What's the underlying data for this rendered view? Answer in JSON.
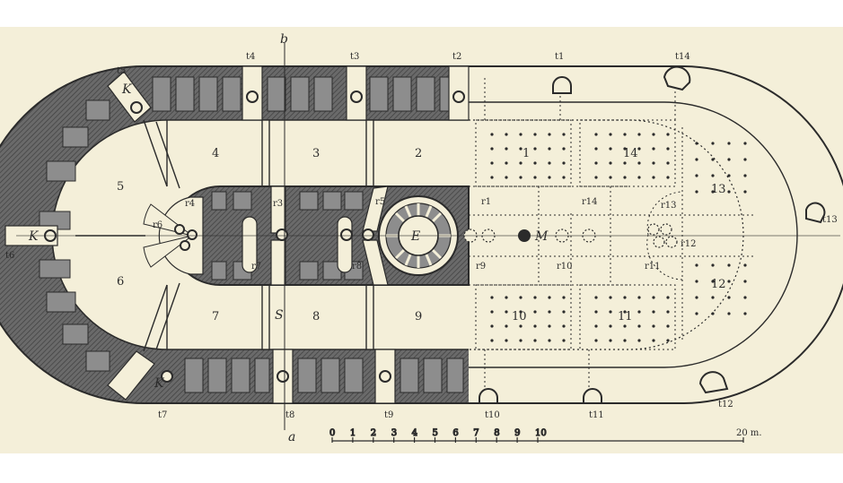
{
  "colors": {
    "paper": "#f4efd9",
    "ink": "#2b2b2b",
    "hatch": "#595959",
    "cell": "#8d8d8d"
  },
  "points": {
    "top_axis": "b",
    "bottom_axis": "a",
    "center_chamber": "E",
    "center_point": "M",
    "kilns": [
      "K",
      "K",
      "K"
    ],
    "passage": "S"
  },
  "rooms": [
    "1",
    "2",
    "3",
    "4",
    "5",
    "6",
    "7",
    "8",
    "9",
    "10",
    "11",
    "12",
    "13",
    "14"
  ],
  "tunnels": {
    "t1": "t1",
    "t2": "t2",
    "t3": "t3",
    "t4": "t4",
    "t5": "t5",
    "t6": "t6",
    "t7": "t7",
    "t8": "t8",
    "t9": "t9",
    "t10": "t10",
    "t11": "t11",
    "t12": "t12",
    "t13": "t13",
    "t14": "t14"
  },
  "r_labels": {
    "r1": "r1",
    "r3": "r3",
    "r4": "r4",
    "r5": "r5",
    "r6": "r6",
    "r7": "r7",
    "r8": "r8",
    "r9": "r9",
    "r10": "r10",
    "r11": "r11",
    "r12": "r12",
    "r13": "r13",
    "r14": "r14"
  },
  "scale": {
    "ticks": [
      "0",
      "1",
      "2",
      "3",
      "4",
      "5",
      "6",
      "7",
      "8",
      "9",
      "10"
    ],
    "end_label": "20 m."
  }
}
